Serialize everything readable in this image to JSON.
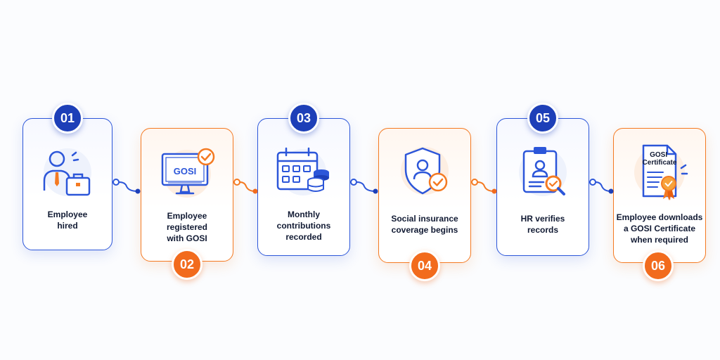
{
  "colors": {
    "blue": "#2c56d9",
    "dark_blue": "#1d3fb8",
    "orange": "#f47a22",
    "text": "#111a33"
  },
  "steps": [
    {
      "number": "01",
      "label": "Employee\nhired",
      "theme": "blue",
      "icon": "employee-briefcase-icon"
    },
    {
      "number": "02",
      "label": "Employee\nregistered\nwith GOSI",
      "theme": "orange",
      "icon": "monitor-check-icon",
      "icon_text": "GOSI"
    },
    {
      "number": "03",
      "label": "Monthly\ncontributions\nrecorded",
      "theme": "blue",
      "icon": "calendar-coins-icon"
    },
    {
      "number": "04",
      "label": "Social insurance\ncoverage begins",
      "theme": "orange",
      "icon": "shield-user-check-icon"
    },
    {
      "number": "05",
      "label": "HR verifies\nrecords",
      "theme": "blue",
      "icon": "clipboard-magnifier-icon"
    },
    {
      "number": "06",
      "label": "Employee downloads\na GOSI Certificate\nwhen required",
      "theme": "orange",
      "icon": "certificate-ribbon-icon",
      "icon_text": "GOSI\nCertificate"
    }
  ]
}
